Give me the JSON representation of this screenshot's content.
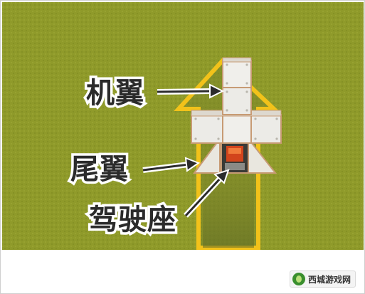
{
  "labels": {
    "wing": "机翼",
    "tail": "尾翼",
    "cockpit": "驾驶座"
  },
  "watermark": {
    "text": "西城游戏网"
  },
  "colors": {
    "grass": "#8f9a2a",
    "arrow_outline": "#f2c21a",
    "block_face": "#ecebe7",
    "block_edge": "#cfa57f",
    "cockpit_seat": "#d2441c",
    "label_text": "#2b2b2b"
  }
}
